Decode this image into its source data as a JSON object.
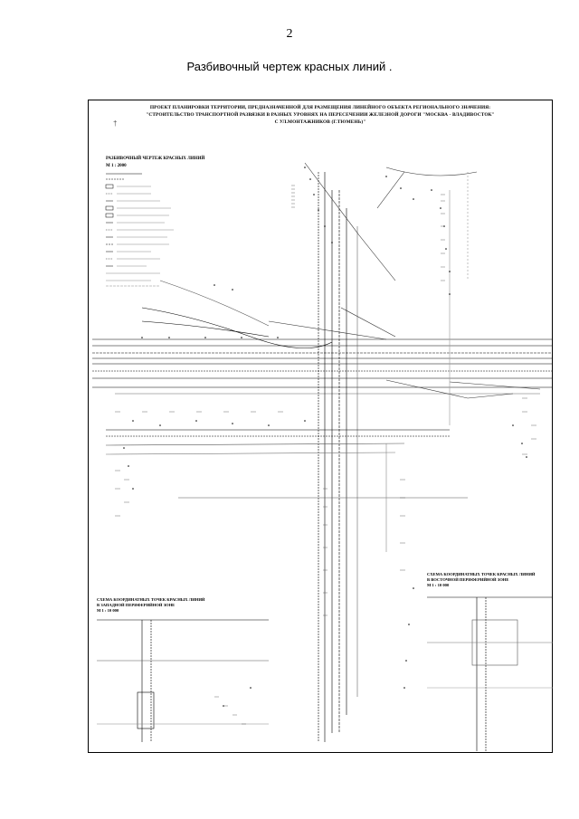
{
  "page": {
    "number": "2",
    "title": "Разбивочный чертеж красных линий ."
  },
  "drawing": {
    "header_lines": [
      "ПРОЕКТ ПЛАНИРОВКИ ТЕРРИТОРИИ, ПРЕДНАЗНАЧЕННОЙ ДЛЯ РАЗМЕЩЕНИЯ ЛИНЕЙНОГО ОБЪЕКТА РЕГИОНАЛЬНОГО ЗНАЧЕНИЯ:",
      "\"СТРОИТЕЛЬСТВО ТРАНСПОРТНОЙ РАЗВЯЗКИ В РАЗНЫХ УРОВНЯХ НА ПЕРЕСЕЧЕНИИ ЖЕЛЕЗНОЙ ДОРОГИ \"МОСКВА - ВЛАДИВОСТОК\"",
      "С УЛ.МОНТАЖНИКОВ (Г.ТЮМЕНЬ)\""
    ],
    "legend": {
      "title": "РАЗБИВОЧНЫЙ ЧЕРТЕЖ КРАСНЫХ ЛИНИЙ",
      "scale": "М 1 : 2000"
    },
    "inset_left": {
      "lines": [
        "СХЕМА КООРДИНАТНЫХ ТОЧЕК КРАСНЫХ ЛИНИЙ",
        "В ЗАПАДНОЙ ПЕРИФЕРИЙНОЙ ЗОНЕ",
        "М 1 : 10 000"
      ]
    },
    "inset_right": {
      "lines": [
        "СХЕМА КООРДИНАТНЫХ ТОЧЕК КРАСНЫХ ЛИНИЙ",
        "В ВОСТОЧНОЙ ПЕРИФЕРИЙНОЙ ЗОНЕ",
        "М 1 : 10 000"
      ]
    },
    "stamp": "†"
  }
}
